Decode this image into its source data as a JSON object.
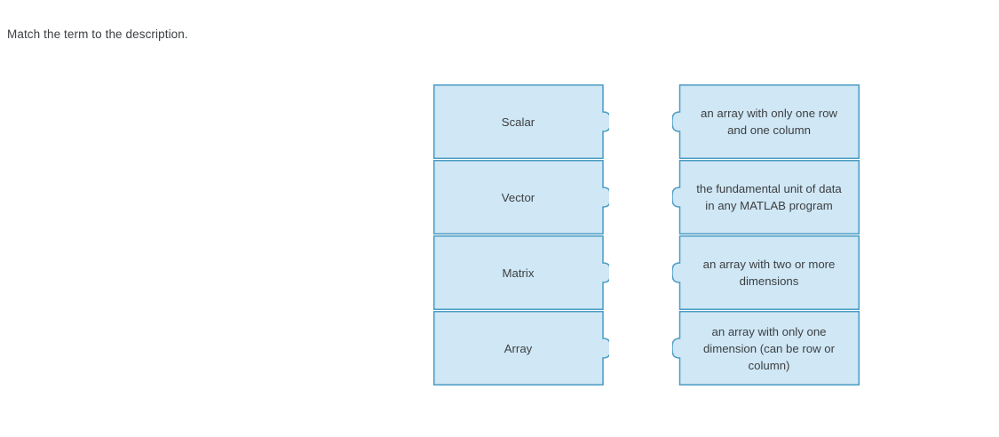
{
  "prompt": "Match the term to the description.",
  "colors": {
    "tile_fill": "#d0e7f5",
    "tile_border": "#4a9cc4",
    "text": "#3c4043",
    "background": "#ffffff"
  },
  "match_exercise": {
    "terms_column": {
      "items": [
        {
          "label": "Scalar"
        },
        {
          "label": "Vector"
        },
        {
          "label": "Matrix"
        },
        {
          "label": "Array"
        }
      ]
    },
    "descriptions_column": {
      "items": [
        {
          "label": "an array with only one row and one column"
        },
        {
          "label": "the fundamental unit of data in any MATLAB program"
        },
        {
          "label": "an array with two or more dimensions"
        },
        {
          "label": "an array with only one dimension (can be row or column)"
        }
      ]
    }
  }
}
